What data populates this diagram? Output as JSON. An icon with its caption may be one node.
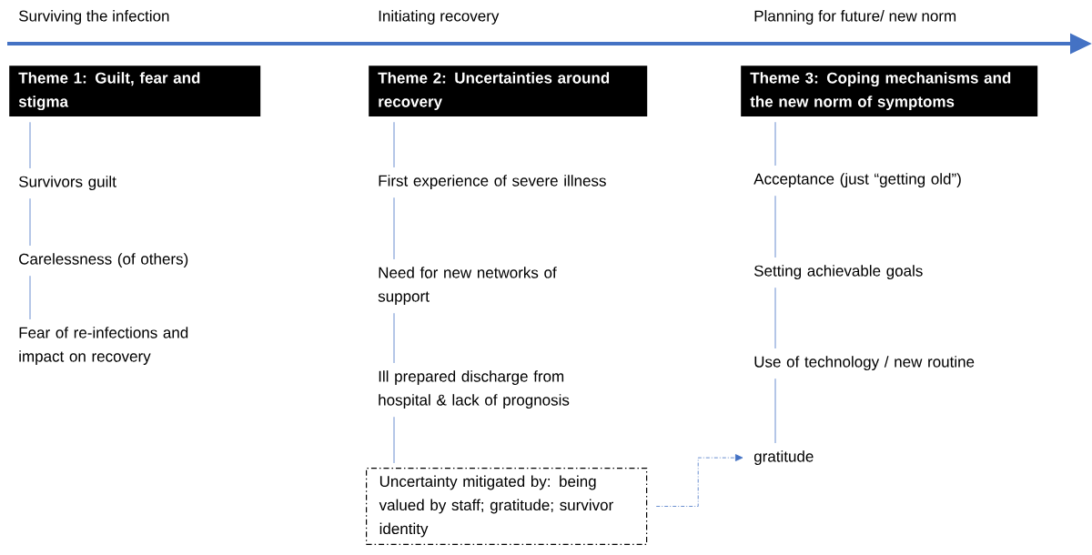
{
  "diagram": {
    "nodes": [
      {
        "text": [
          "Theme 1: Guilt, fear and stigma"
        ]
      },
      {
        "text": [
          "Survivors guilt"
        ]
      },
      {
        "text": [
          "Carelessness (of others)"
        ]
      },
      {
        "text": [
          "Fear of re-infections and impact on recovery"
        ]
      },
      {
        "text": [
          "Theme 2: Uncertainties around recovery"
        ]
      },
      {
        "text": [
          "First experience of severe illness"
        ]
      },
      {
        "text": [
          "Need for new networks of support"
        ]
      },
      {
        "text": [
          "Ill prepared discharge from hospital & lack of prognosis"
        ]
      },
      {
        "text": [
          "Uncertainty mitigated by: being valued by staff; gratitude; survivor identity"
        ]
      },
      {
        "text": [
          "Theme 3: Coping mechanisms and the new norm of symptoms"
        ]
      },
      {
        "text": [
          "Acceptance (just “getting old”)"
        ]
      },
      {
        "text": [
          "Setting achievable goals"
        ]
      },
      {
        "text": [
          "Use of technology / new routine"
        ]
      },
      {
        "text": [
          "gratitude"
        ]
      }
    ],
    "edges": [
      {
        "from": 0,
        "to": 1,
        "arrow": "none"
      },
      {
        "from": 1,
        "to": 2,
        "arrow": "none"
      },
      {
        "from": 2,
        "to": 3,
        "arrow": "none"
      },
      {
        "from": 4,
        "to": 5,
        "arrow": "none"
      },
      {
        "from": 5,
        "to": 6,
        "arrow": "none"
      },
      {
        "from": 6,
        "to": 7,
        "arrow": "none"
      },
      {
        "from": 7,
        "to": 8,
        "arrow": "none"
      },
      {
        "from": 9,
        "to": 10,
        "arrow": "none"
      },
      {
        "from": 10,
        "to": 11,
        "arrow": "none"
      },
      {
        "from": 11,
        "to": 12,
        "arrow": "none"
      },
      {
        "from": 12,
        "to": 13,
        "arrow": "none"
      },
      {
        "from": 8,
        "to": 13,
        "arrow": "to",
        "style": "dashed"
      }
    ],
    "labels": [
      "Surviving the infection",
      "Initiating recovery",
      "Planning for future/ new norm"
    ]
  }
}
